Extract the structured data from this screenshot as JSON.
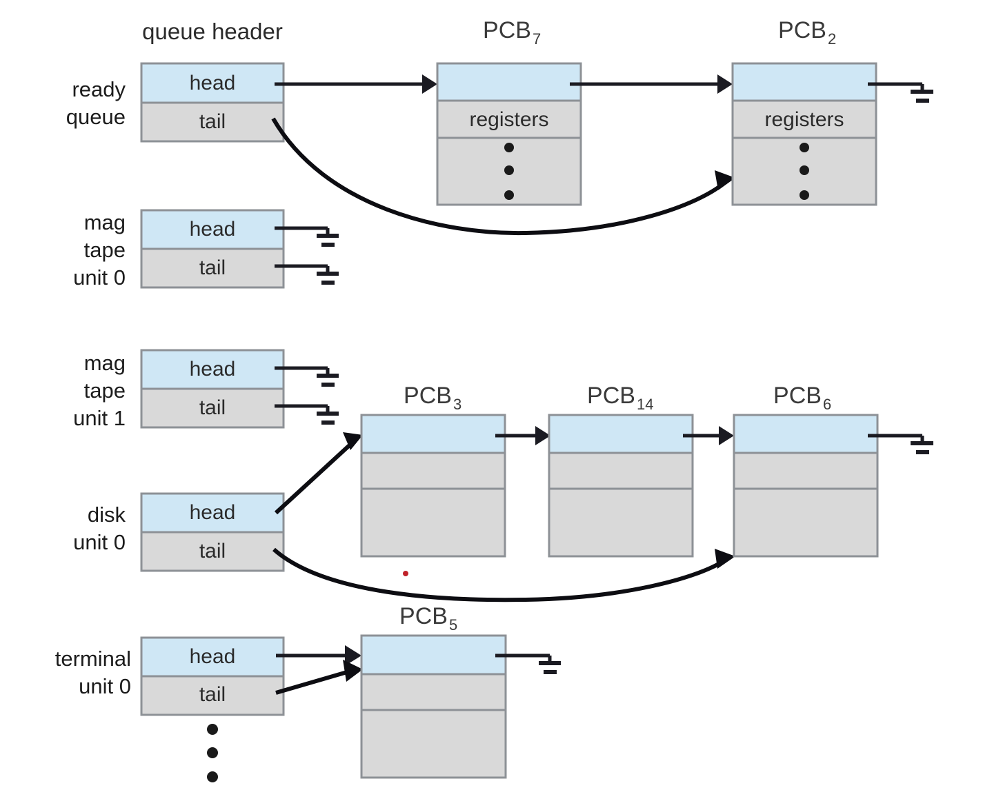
{
  "figure": {
    "title": "queue header",
    "colors": {
      "pointer_cell": "#cfe7f5",
      "data_cell": "#d9d9d9",
      "box_border": "#8d9196",
      "link": "#1b1b22",
      "text": "#2b2b2b",
      "red_speck": "#c0222a"
    }
  },
  "labels": {
    "head": "head",
    "tail": "tail",
    "registers": "registers"
  },
  "queues": [
    {
      "id": "ready-queue",
      "name_lines": [
        "ready",
        "queue"
      ],
      "head_label": "head",
      "tail_label": "tail",
      "head_target": "PCB7",
      "tail_target": "PCB2"
    },
    {
      "id": "mag-tape-unit-0",
      "name_lines": [
        "mag",
        "tape",
        "unit 0"
      ],
      "head_label": "head",
      "tail_label": "tail",
      "head_target": "null",
      "tail_target": "null"
    },
    {
      "id": "mag-tape-unit-1",
      "name_lines": [
        "mag",
        "tape",
        "unit 1"
      ],
      "head_label": "head",
      "tail_label": "tail",
      "head_target": "null",
      "tail_target": "null"
    },
    {
      "id": "disk-unit-0",
      "name_lines": [
        "disk",
        "unit 0"
      ],
      "head_label": "head",
      "tail_label": "tail",
      "head_target": "PCB3",
      "tail_target": "PCB6"
    },
    {
      "id": "terminal-unit-0",
      "name_lines": [
        "terminal",
        "unit 0"
      ],
      "head_label": "head",
      "tail_label": "tail",
      "head_target": "PCB5",
      "tail_target": "PCB5"
    }
  ],
  "pcbs": [
    {
      "id": "pcb7",
      "base": "PCB",
      "subscript": "7",
      "registers_label": "registers",
      "has_registers_label": true,
      "has_ellipsis": true,
      "next": "PCB2"
    },
    {
      "id": "pcb2",
      "base": "PCB",
      "subscript": "2",
      "registers_label": "registers",
      "has_registers_label": true,
      "has_ellipsis": true,
      "next": "null"
    },
    {
      "id": "pcb3",
      "base": "PCB",
      "subscript": "3",
      "registers_label": "",
      "has_registers_label": false,
      "has_ellipsis": false,
      "next": "PCB14"
    },
    {
      "id": "pcb14",
      "base": "PCB",
      "subscript": "14",
      "registers_label": "",
      "has_registers_label": false,
      "has_ellipsis": false,
      "next": "PCB6"
    },
    {
      "id": "pcb6",
      "base": "PCB",
      "subscript": "6",
      "registers_label": "",
      "has_registers_label": false,
      "has_ellipsis": false,
      "next": "null"
    },
    {
      "id": "pcb5",
      "base": "PCB",
      "subscript": "5",
      "registers_label": "",
      "has_registers_label": false,
      "has_ellipsis": false,
      "next": "null"
    }
  ],
  "queue_list_ellipsis": {
    "after": "terminal-unit-0",
    "dot_count": 3
  }
}
